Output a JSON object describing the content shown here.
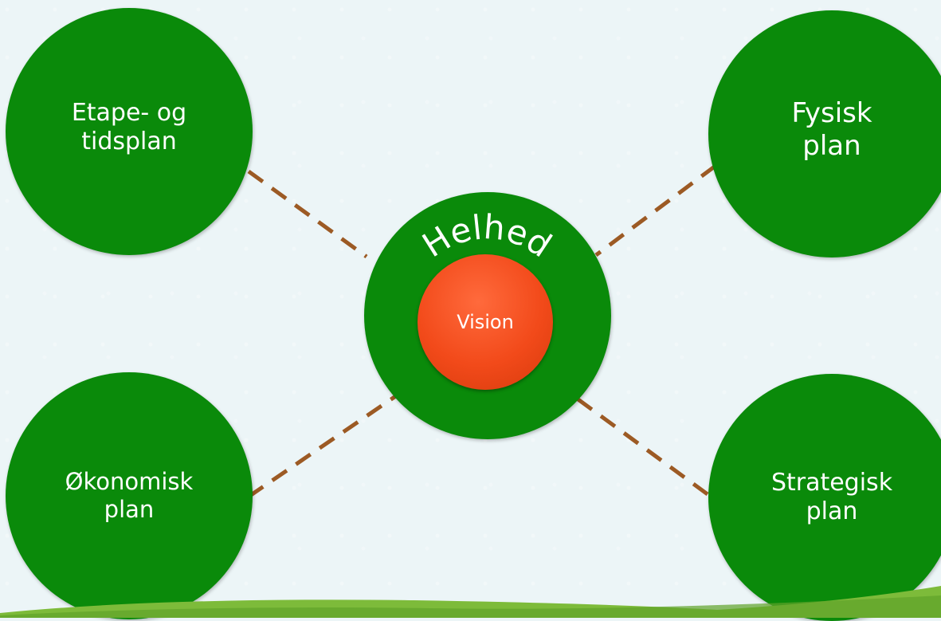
{
  "nodes": {
    "etape": "Etape- og\ntidsplan",
    "fysisk": "Fysisk\nplan",
    "okonomisk": "Økonomisk\nplan",
    "strategisk": "Strategisk\nplan"
  },
  "hub": {
    "arc_label": "Helhed",
    "center_label": "Vision"
  },
  "colors": {
    "node_green": "#0a8a0a",
    "vision_red": "#f24a1a",
    "connector_brown": "#9c5a24",
    "background": "#ecf5f7"
  }
}
